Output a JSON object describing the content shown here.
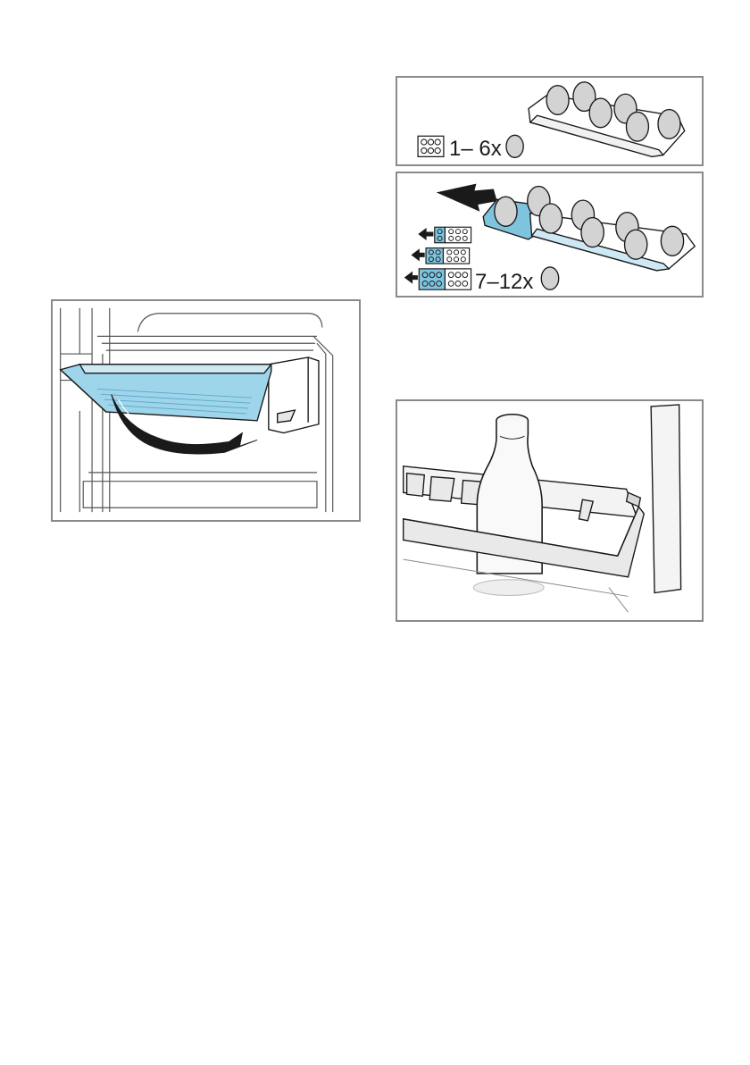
{
  "page": {
    "figures": [
      {
        "name": "door-shelf-removal",
        "caption": ""
      },
      {
        "name": "egg-tray-single",
        "quantity_label": "1– 6x"
      },
      {
        "name": "egg-tray-extended",
        "quantity_label": "7–12x"
      },
      {
        "name": "bottle-in-door-rack",
        "caption": ""
      }
    ]
  },
  "colors": {
    "frame_border": "#8a8a8a",
    "accent_blue": "#7fc4df",
    "light_blue": "#cfe9f4",
    "line": "#1a1a1a"
  },
  "icons": [
    "egg-tray-icon",
    "egg-icon",
    "arrow-left-icon",
    "curved-arrow-icon"
  ]
}
